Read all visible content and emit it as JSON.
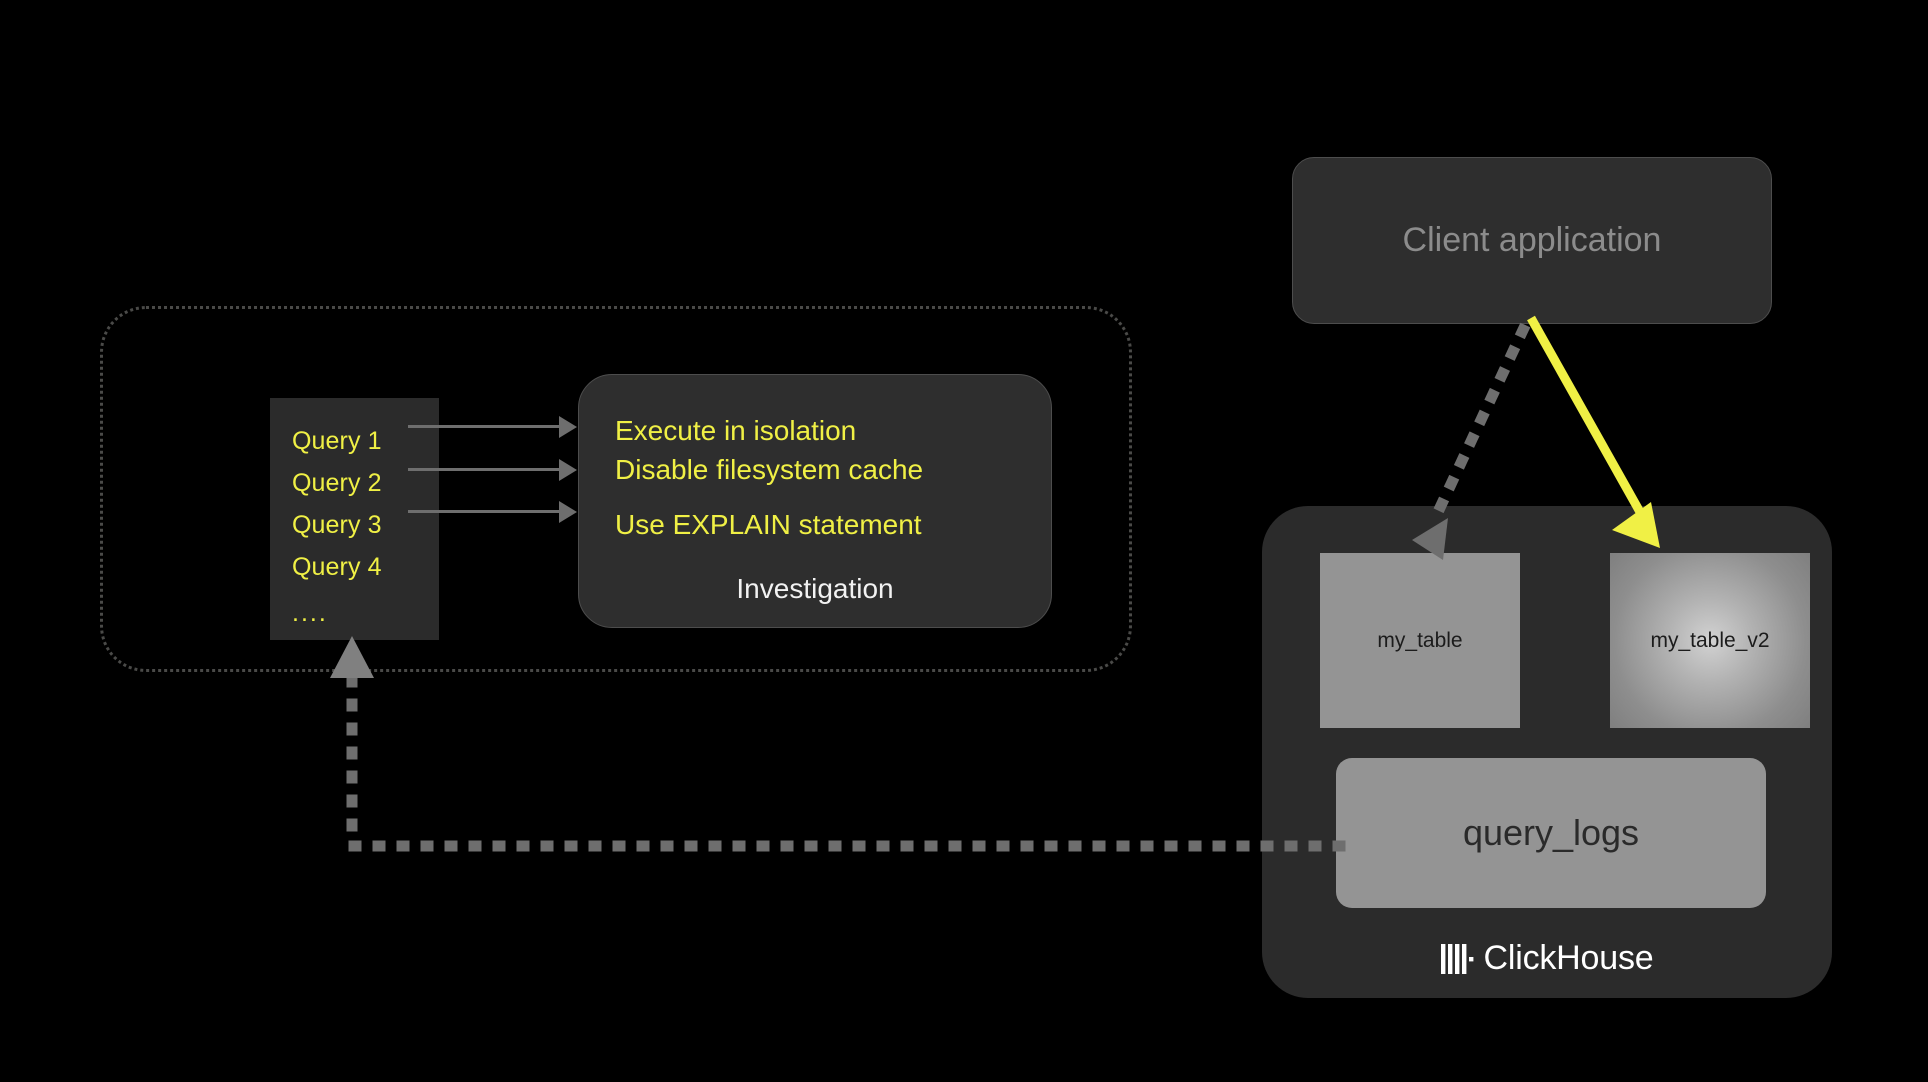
{
  "diagram": {
    "title": "ClickHouse query investigation workflow",
    "background_color": "#000000",
    "accent_yellow": "#f0f045",
    "panel_gray": "#2b2b2b",
    "table_gray": "#949494"
  },
  "investigation_region": {
    "queries": {
      "items": [
        {
          "label": "Query 1"
        },
        {
          "label": "Query 2"
        },
        {
          "label": "Query 3"
        },
        {
          "label": "Query 4"
        }
      ],
      "ellipsis": "...."
    },
    "investigation": {
      "caption": "Investigation",
      "steps": [
        {
          "label": "Execute in isolation"
        },
        {
          "label": "Disable filesystem cache"
        },
        {
          "label": "Use EXPLAIN statement"
        }
      ]
    }
  },
  "client": {
    "label": "Client application"
  },
  "clickhouse": {
    "brand": "ClickHouse",
    "logo_icon": "clickhouse-logo-icon",
    "tables": [
      {
        "label": "my_table"
      },
      {
        "label": "my_table_v2"
      }
    ],
    "query_logs": {
      "label": "query_logs"
    }
  },
  "connectors": {
    "query_to_investigation": [
      {
        "name": "query-1-arrow"
      },
      {
        "name": "query-2-arrow"
      },
      {
        "name": "query-3-arrow"
      }
    ],
    "client_to_my_table": {
      "style": "dotted",
      "color": "#6e6e6e"
    },
    "client_to_my_table_v2": {
      "style": "solid",
      "color": "#f0f045"
    },
    "query_logs_to_queries": {
      "style": "dotted",
      "color": "#6e6e6e"
    }
  }
}
